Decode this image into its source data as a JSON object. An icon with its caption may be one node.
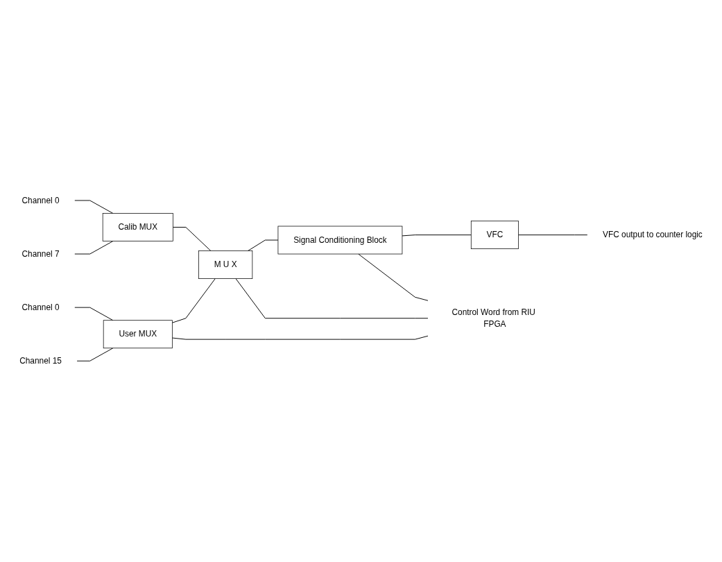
{
  "diagram": {
    "nodes": [
      {
        "text": [
          "Channel 0"
        ]
      },
      {
        "text": [
          "Channel 7"
        ]
      },
      {
        "text": [
          "Calib MUX"
        ]
      },
      {
        "text": [
          "Channel 0"
        ]
      },
      {
        "text": [
          "Channel 15"
        ]
      },
      {
        "text": [
          "User MUX"
        ]
      },
      {
        "text": [
          "M U X"
        ]
      },
      {
        "text": [
          "Signal Conditioning Block"
        ]
      },
      {
        "text": [
          "VFC"
        ]
      },
      {
        "text": [
          "VFC output to counter logic"
        ]
      },
      {
        "text": [
          "Control Word from RIU FPGA"
        ]
      }
    ],
    "edges": [
      {
        "from": 0,
        "to": 2,
        "arrow": "none"
      },
      {
        "from": 1,
        "to": 2,
        "arrow": "none"
      },
      {
        "from": 3,
        "to": 5,
        "arrow": "none"
      },
      {
        "from": 4,
        "to": 5,
        "arrow": "none"
      },
      {
        "from": 2,
        "to": 6,
        "arrow": "none"
      },
      {
        "from": 5,
        "to": 6,
        "arrow": "none"
      },
      {
        "from": 6,
        "to": 7,
        "arrow": "none"
      },
      {
        "from": 7,
        "to": 8,
        "arrow": "none"
      },
      {
        "from": 8,
        "to": 9,
        "arrow": "none"
      },
      {
        "from": 5,
        "to": 10,
        "arrow": "none"
      },
      {
        "from": 6,
        "to": 10,
        "arrow": "none"
      },
      {
        "from": 7,
        "to": 10,
        "arrow": "none"
      }
    ]
  }
}
